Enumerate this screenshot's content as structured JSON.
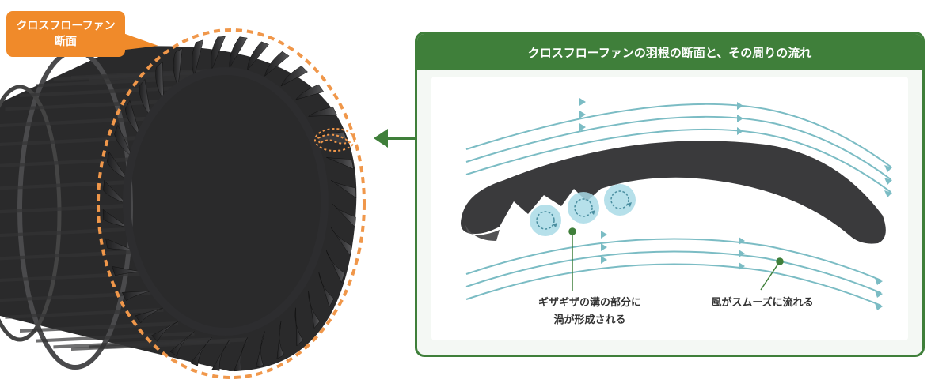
{
  "callout": {
    "line1": "クロスフローファン",
    "line2": "断面"
  },
  "panel": {
    "title": "クロスフローファンの羽根の断面と、その周りの流れ",
    "label_vortex_line1": "ギザギザの溝の部分に",
    "label_vortex_line2": "渦が形成される",
    "label_smooth": "風がスムーズに流れる"
  },
  "colors": {
    "accent_orange": "#f08a2a",
    "frame_green": "#3f7f3a",
    "flow_line": "#7bbcc4",
    "blade_dark": "#3a3a3c",
    "vortex_fill": "#a9dbe6"
  },
  "icons": [
    "dashed-circle-icon",
    "pointer-arrow-icon",
    "vortex-icon"
  ]
}
